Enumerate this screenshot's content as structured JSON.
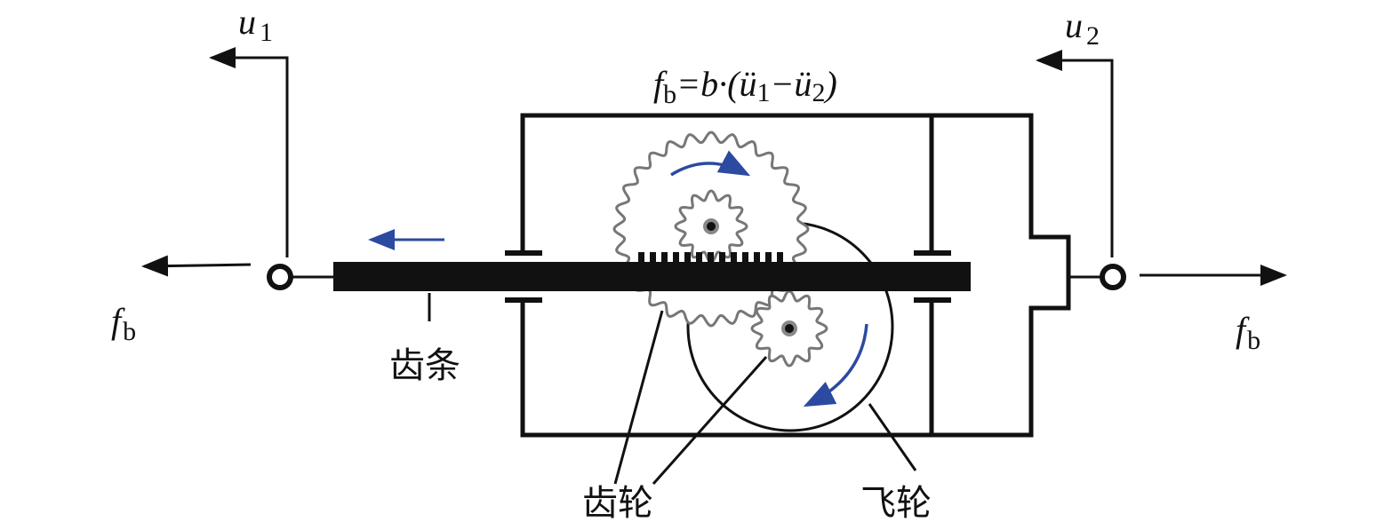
{
  "labels": {
    "u1": "u",
    "u1_sub": "1",
    "u2": "u",
    "u2_sub": "2",
    "fb_left": "f",
    "fb_left_sub": "b",
    "fb_right": "f",
    "fb_right_sub": "b",
    "formula_f": "f",
    "formula_sub": "b",
    "formula_rest": "=b·(ü",
    "formula_1": "1",
    "formula_minus": "−ü",
    "formula_2": "2",
    "formula_close": ")",
    "rack": "齿条",
    "gear": "齿轮",
    "flywheel": "飞轮"
  },
  "colors": {
    "line": "#111111",
    "gear": "#777777",
    "arrow_blue": "#2b4aa0"
  }
}
